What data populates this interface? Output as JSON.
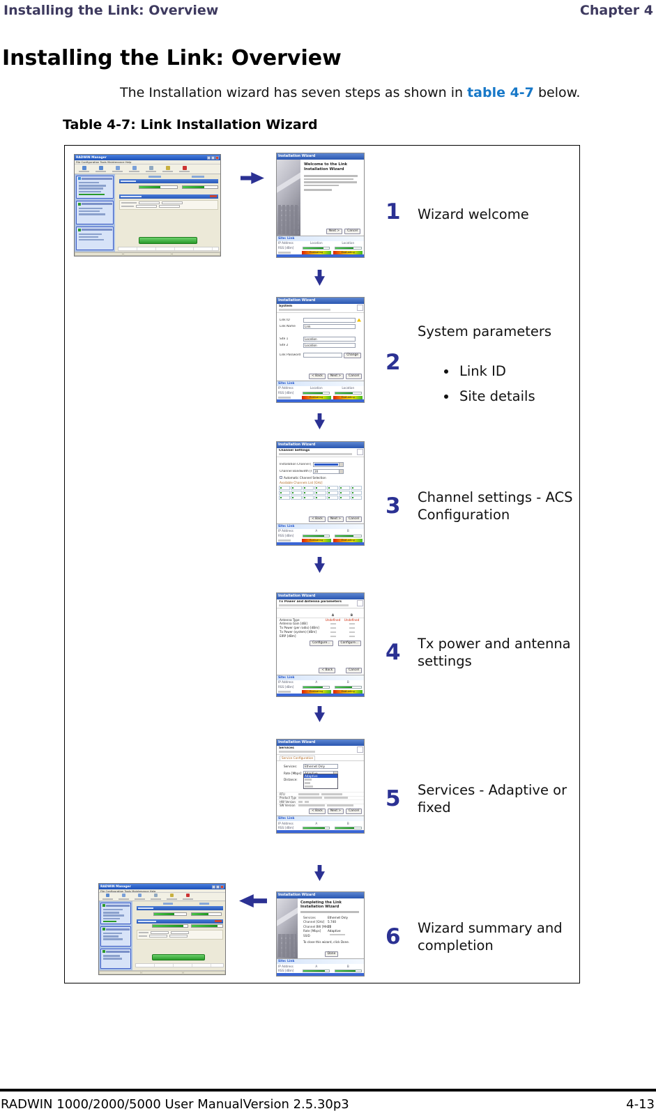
{
  "page": {
    "header_left": "Installing the Link: Overview",
    "header_right": "Chapter 4",
    "title": "Installing the Link: Overview",
    "intro_pre": "The Installation wizard has seven steps as shown in ",
    "intro_link": "table 4-7",
    "intro_post": " below.",
    "caption": "Table 4-7: Link Installation Wizard",
    "footer_left": "RADWIN 1000/2000/5000 User ManualVersion  2.5.30p3",
    "footer_right": "4-13"
  },
  "steps": [
    {
      "num": "1",
      "text": "Wizard welcome"
    },
    {
      "num": "2",
      "text": "System parameters",
      "bullets": [
        "Link ID",
        "Site details"
      ]
    },
    {
      "num": "3",
      "text": "Channel settings - ACS Configuration"
    },
    {
      "num": "4",
      "text": "Tx power and antenna settings"
    },
    {
      "num": "5",
      "text": "Services - Adaptive or fixed"
    },
    {
      "num": "6",
      "text": "Wizard summary and completion"
    }
  ],
  "manager": {
    "title": "RADWIN Manager",
    "menu": "File   Configuration   Tools   Maintenance   Help"
  },
  "wizard": {
    "titlebar": "Installation Wizard",
    "back": "< Back",
    "next": "Next >",
    "cancel": "Cancel",
    "done": "Done",
    "w1_heading": "Welcome to the Link Installation Wizard",
    "w2": {
      "heading": "System",
      "fields": [
        "Link ID",
        "Link Name",
        "Site 1",
        "Site 2",
        "Link Password"
      ],
      "link_name": "Link",
      "site1": "Location",
      "site2": "Location",
      "change": "Change"
    },
    "w3": {
      "heading": "Channel Settings",
      "ch": "Installation Channel [GHz]",
      "bw": "Channel Bandwidth [MHz]",
      "bw_val": "20",
      "acs": "Automatic Channel Selection",
      "avail": "Available Channels List [GHz]"
    },
    "w4": {
      "heading": "Tx Power and Antenna parameters",
      "col_a": "A",
      "col_b": "B",
      "rows": [
        "Antenna Type",
        "Antenna Gain [dBi]",
        "Tx Power (per radio) [dBm]",
        "Tx Power (system) [dBm]",
        "EIRP [dBm]"
      ],
      "undef": "Undefined",
      "configure": "Configure..."
    },
    "w5": {
      "heading": "Services",
      "tab": "Service Configuration",
      "services_label": "Services:",
      "services_val": "Ethernet Only",
      "rate_label": "Rate [Mbps]:",
      "rate_val": "Adaptive",
      "distance_label": "Distance:",
      "info_rows": [
        "RTU",
        "Product Type",
        "HW Version",
        "SW Version"
      ]
    },
    "w6": {
      "heading": "Completing the Link Installation Wizard",
      "rows": [
        {
          "label": "Services",
          "value": "Ethernet Only"
        },
        {
          "label": "Channel [GHz]",
          "value": "5.740"
        },
        {
          "label": "Channel BW [MHz]",
          "value": "20"
        },
        {
          "label": "Rate [Mbps]",
          "value": "Adaptive"
        },
        {
          "label": "SSID",
          "value": ""
        }
      ],
      "close_note": "To close this wizard, click Done."
    }
  },
  "strip": {
    "site": "Site: Link",
    "ip": "IP Address",
    "loc": "Location",
    "a": "A",
    "b": "B",
    "rss": "RSS [dBm]",
    "evaluating": "Evaluating"
  }
}
